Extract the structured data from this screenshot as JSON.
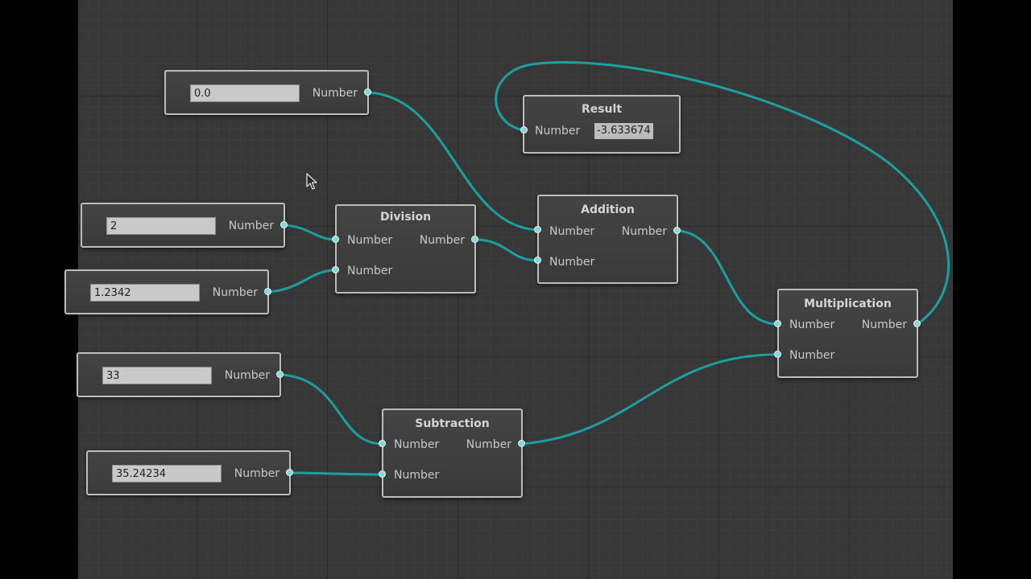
{
  "port_label": "Number",
  "colors": {
    "wire": "#1b9f9f",
    "port": "#8ad6d6",
    "canvas": "#373737"
  },
  "inputs": [
    {
      "id": "input-a",
      "value": "0.0"
    },
    {
      "id": "input-b",
      "value": "2"
    },
    {
      "id": "input-c",
      "value": "1.2342"
    },
    {
      "id": "input-d",
      "value": "33"
    },
    {
      "id": "input-e",
      "value": "35.24234"
    }
  ],
  "ops": {
    "division": {
      "title": "Division"
    },
    "addition": {
      "title": "Addition"
    },
    "subtraction": {
      "title": "Subtraction"
    },
    "multiplication": {
      "title": "Multiplication"
    }
  },
  "result": {
    "title": "Result",
    "value": "-3.633674"
  },
  "connections": [
    {
      "from": "input-a.out",
      "to": "addition.in1"
    },
    {
      "from": "input-b.out",
      "to": "division.in1"
    },
    {
      "from": "input-c.out",
      "to": "division.in2"
    },
    {
      "from": "division.out",
      "to": "addition.in2"
    },
    {
      "from": "input-d.out",
      "to": "subtraction.in1"
    },
    {
      "from": "input-e.out",
      "to": "subtraction.in2"
    },
    {
      "from": "addition.out",
      "to": "multiplication.in1"
    },
    {
      "from": "subtraction.out",
      "to": "multiplication.in2"
    },
    {
      "from": "multiplication.out",
      "to": "result.in"
    }
  ],
  "cursor_icon": "arrow-cursor-icon"
}
